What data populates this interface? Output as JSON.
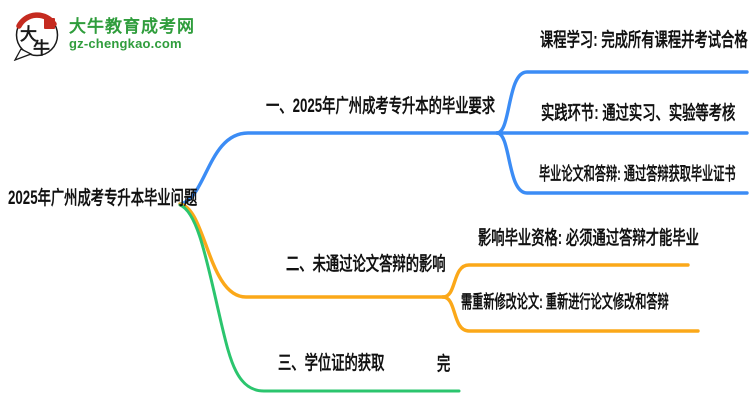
{
  "logo": {
    "site_name": "大牛教育成考网",
    "site_url": "gz-chengkao.com",
    "icon_char_top": "大",
    "icon_char_bottom": "牛"
  },
  "mindmap": {
    "root": "2025年广州成考专升本毕业问题",
    "branches": [
      {
        "label": "一、2025年广州成考专升本的毕业要求",
        "color": "#3b8cf5",
        "children": [
          "课程学习: 完成所有课程并考试合格",
          "实践环节: 通过实习、实验等考核",
          "毕业论文和答辩: 通过答辩获取毕业证书"
        ]
      },
      {
        "label": "二、未通过论文答辩的影响",
        "color": "#fba819",
        "children": [
          "影响毕业资格: 必须通过答辩才能毕业",
          "需重新修改论文: 重新进行论文修改和答辩"
        ]
      },
      {
        "label": "三、学位证的获取",
        "color": "#2bc56e",
        "children": [],
        "end_marker": "完"
      }
    ]
  },
  "colors": {
    "branch1_blue": "#3b8cf5",
    "branch2_orange": "#fba819",
    "branch3_green": "#2bc56e",
    "logo_green": "#2f9d3c",
    "logo_red": "#c52b20",
    "text_black": "#111111",
    "background": "#ffffff"
  }
}
